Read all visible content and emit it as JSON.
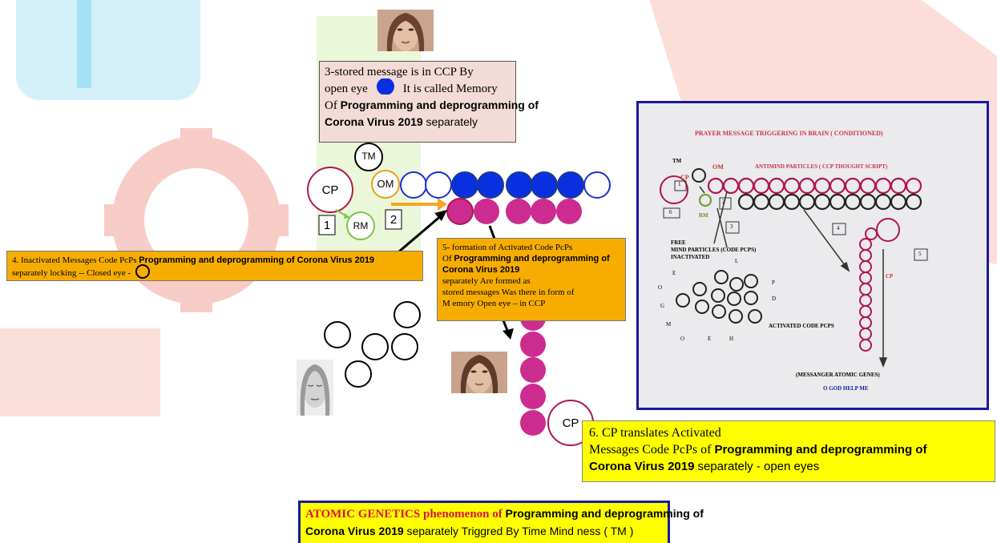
{
  "colors": {
    "watermark_cyan": "#5ecbe8",
    "watermark_green": "#c9e79a",
    "watermark_red": "#e8604f",
    "bead_blue": "#0a2fe0",
    "bead_magenta": "#cc2b8f",
    "cp_ring": "#b0164e",
    "om_ring": "#e8a020",
    "rm_ring": "#7cc44a",
    "arrow_orange": "#f5a623",
    "box_pink": "#f3dbd8",
    "box_orange": "#f7ad00",
    "box_yellow": "#ffff00",
    "frame_navy": "#1a1aa0"
  },
  "icons": [
    "face-photo-top",
    "face-photo-closed-eyes",
    "face-photo-middle",
    "brain-diagram-image"
  ],
  "labels": {
    "tm": "TM",
    "cp_top": "CP",
    "om": "OM",
    "rm": "RM",
    "num1": "1",
    "num2": "2",
    "cp_bottom": "CP"
  },
  "box3": {
    "line1": "3-stored message is in CCP  By",
    "line2a": "open eye",
    "line2b": "It is called Memory",
    "line3a": "Of",
    "line3b": "Programming and deprogramming of",
    "line4a": "Corona Virus 2019",
    "line4b": "separately"
  },
  "box4": {
    "line1a": "4. Inactivated Messages  Code PcPs",
    "line1b": "Programming and deprogramming of Corona Virus 2019",
    "line2": "separately locking  -- Closed eye -"
  },
  "box5": {
    "line1": "5-  formation of  Activated Code PcPs",
    "line2a": "Of",
    "line2b": "Programming and deprogramming of",
    "line3": "Corona Virus 2019",
    "line4": "separately Are  formed as",
    "line5": "stored messages Was there in  form  of",
    "line6": "M emory Open eye – in CCP"
  },
  "box6": {
    "line1": "6. CP    translates  Activated",
    "line2a": "Messages  Code PcPs of",
    "line2b": "Programming and deprogramming of",
    "line3a": "Corona Virus 2019",
    "line3b": "separately - open eyes"
  },
  "box_atomic": {
    "line1a": "ATOMIC GENETICS phenomenon of",
    "line1b": "Programming and deprogramming of",
    "line2a": "Corona Virus 2019",
    "line2b": "separately  Triggred By Time Mind ness ( TM )"
  },
  "figure": {
    "title": "PRAYER MESSAGE  TRIGGERING IN BRAIN ( CONDITIONED)",
    "tm": "TM",
    "om": "OM",
    "cp": "CP",
    "rm": "RM",
    "antimind": "ANTIMIND PARTICLES  ( CCP  THOUGHT SCRIPT)",
    "n1": "1",
    "n2": "2",
    "n3": "3",
    "n4": "4",
    "n5": "5",
    "n6": "6",
    "free_mind": "FREE",
    "mind_particles": "MIND  PARTICLES (CODE PCPS)",
    "inactivated": "INACTIVATED",
    "letter_l": "L",
    "letter_e": "E",
    "letter_p": "P",
    "letter_o1": "O",
    "letter_g": "G",
    "letter_d": "D",
    "letter_m": "M",
    "letter_o2": "O",
    "letter_e2": "E",
    "letter_h": "H",
    "cp_right": "CP",
    "activated": "ACTIVATED CODE PCPS",
    "messenger": "(MESSANGER ATOMIC GENES)",
    "god": "O GOD HELP ME"
  }
}
